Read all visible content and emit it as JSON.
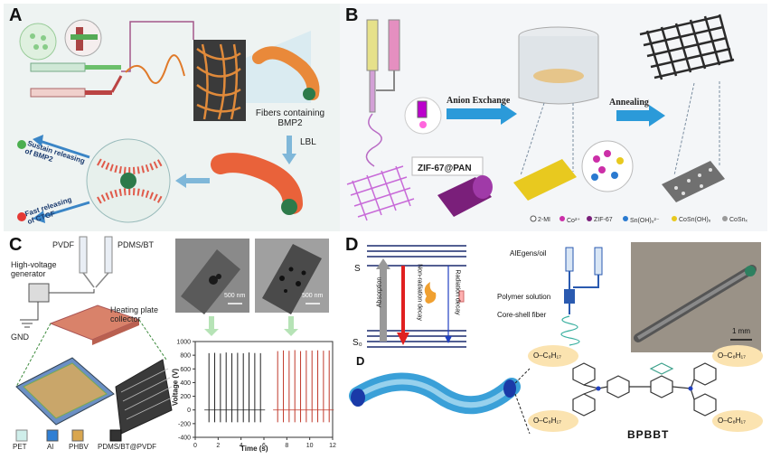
{
  "panels": {
    "a": {
      "letter": "A",
      "fibers_label_1": "Fibers containing",
      "fibers_label_2": "BMP2",
      "lbl_label": "LBL",
      "sustain_1": "Sustain releasing",
      "sustain_2": "of BMP2",
      "fast_1": "Fast releasing",
      "fast_2": "of CTGF"
    },
    "b": {
      "letter": "B",
      "anion_exchange": "Anion Exchange",
      "annealing": "Annealing",
      "zif_pan": "ZIF-67@PAN",
      "legend": [
        "2-MI",
        "Co²⁺",
        "ZIF-67",
        "Sn(OH)₆²⁻",
        "CoSn(OH)₆",
        "CoSnₓ"
      ]
    },
    "c": {
      "letter": "C",
      "pvdf": "PVDF",
      "pdms_bt": "PDMS/BT",
      "hv_1": "High-voltage",
      "hv_2": "generator",
      "heating_1": "Heating plate",
      "heating_2": "collector",
      "gnd": "GND",
      "scale_1": "500 nm",
      "scale_2": "500 nm",
      "legend": [
        "PET",
        "Al",
        "PHBV",
        "PDMS/BT@PVDF"
      ],
      "chart_data": {
        "type": "line",
        "xlabel": "Time (s)",
        "ylabel": "Voltage (V)",
        "xlim": [
          0,
          12
        ],
        "ylim": [
          -400,
          1000
        ],
        "x_ticks": [
          0,
          2,
          4,
          6,
          8,
          10,
          12
        ],
        "y_ticks": [
          -400,
          -200,
          0,
          200,
          400,
          600,
          800,
          1000
        ],
        "series": [
          {
            "color": "#222222",
            "x": [
              1.2,
              1.7,
              2.2,
              2.7,
              3.2,
              3.7,
              4.2,
              4.7,
              5.2,
              5.7
            ],
            "y": [
              830,
              835,
              825,
              840,
              830,
              835,
              828,
              840,
              832,
              830
            ]
          },
          {
            "color": "#c0392b",
            "x": [
              7.2,
              7.7,
              8.2,
              8.7,
              9.2,
              9.7,
              10.2,
              10.7,
              11.2,
              11.7
            ],
            "y": [
              860,
              870,
              865,
              875,
              860,
              870,
              868,
              872,
              866,
              870
            ]
          }
        ]
      }
    },
    "d": {
      "letter": "D",
      "letter_lower": "D",
      "s_label": "S",
      "s0_label": "S₀",
      "absorption": "Absorption",
      "non_radiation": "Non-radiation decay",
      "radiation": "Radiation decay",
      "aiegens": "AIEgens/oil",
      "polymer": "Polymer solution",
      "core_shell": "Core-shell fiber",
      "scale": "1 mm",
      "chain": "O–C₈H₁₇",
      "bpbbt": "BPBBT"
    }
  }
}
